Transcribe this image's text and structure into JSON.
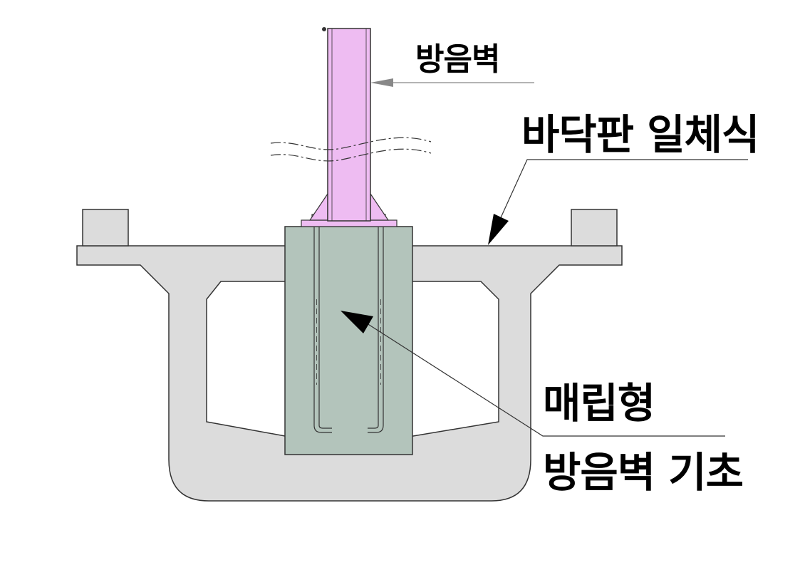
{
  "labels": {
    "sound_wall": "방음벽",
    "deck_integrated": "바닥판 일체식",
    "embedded_type": "매립형",
    "sound_wall_foundation": "방음벽 기초"
  },
  "colors": {
    "concrete": "#dcdcdc",
    "foundation": "#b3c4bb",
    "wall": "#eebcf2",
    "outline": "#333333",
    "leader_grey": "#888888"
  }
}
